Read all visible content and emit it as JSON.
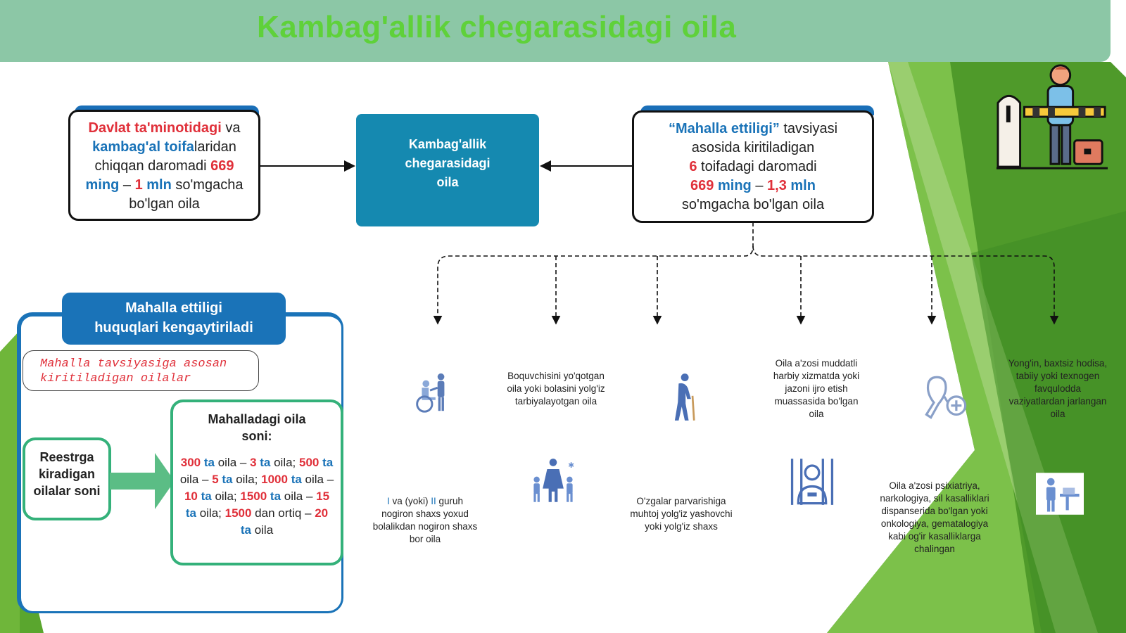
{
  "header": {
    "title": "Kambag'allik chegarasidagi oila"
  },
  "left_box": {
    "p1": "Davlat ta'minotidagi",
    "p2": " va",
    "p3": "kambag'al toifa",
    "p4": "laridan",
    "p5": "chiqqan daromadi ",
    "p6": "669",
    "p7": "ming",
    "p8": " – ",
    "p9": "1",
    "p10": " mln",
    "p11": " so'mgacha",
    "p12": "bo'lgan oila"
  },
  "center_box": {
    "line1": "Kambag'allik",
    "line2": "chegarasidagi",
    "line3": "oila"
  },
  "right_box": {
    "p1": "“Mahalla ettiligi”",
    "p2": " tavsiyasi",
    "p3": "asosida kiritiladigan",
    "p4": "6",
    "p5": " toifadagi daromadi",
    "p6": "669",
    "p7": " ming",
    "p8": " – ",
    "p9": "1,3",
    "p10": " mln",
    "p11": "so'mgacha bo'lgan oila"
  },
  "panel": {
    "head_line1": "Mahalla ettiligi",
    "head_line2": "huquqlari kengaytiriladi",
    "pill_line1": "Mahalla tavsiyasiga asosan",
    "pill_line2": "kiritiladigan oilalar",
    "registry_label": "Reestrga kiradigan oilalar soni",
    "count_title_1": "Mahalladagi oila",
    "count_title_2": "soni:",
    "counts": [
      {
        "fam": "300",
        "u1": " ta",
        "w1": " oila – ",
        "n": "3",
        "u2": " ta",
        "w2": " oila; "
      },
      {
        "fam": "500",
        "u1": " ta",
        "w1": " oila – ",
        "n": "5",
        "u2": " ta",
        "w2": " oila; "
      },
      {
        "fam": "1000",
        "u1": " ta",
        "w1": " oila – ",
        "n": "10",
        "u2": " ta",
        "w2": " oila; "
      },
      {
        "fam": "1500",
        "u1": " ta",
        "w1": " oila – ",
        "n": "15",
        "u2": " ta",
        "w2": " oila; "
      },
      {
        "fam": "1500",
        "u1": "",
        "w1": " dan ortiq – ",
        "n": "20",
        "u2": " ta",
        "w2": " oila"
      }
    ]
  },
  "categories": {
    "disabled": {
      "p1": "I",
      "p2": " va (yoki) ",
      "p3": "II",
      "p4": " guruh nogiron shaxs yoxud bolalikdan nogiron shaxs bor oila"
    },
    "lost_breadwinner": "Boquvchisini yo'qotgan oila yoki bolasini yolg'iz tarbiyalayotgan oila",
    "elderly": "O'zgalar parvarishiga muhtoj yolg'iz yashovchi yoki yolg'iz shaxs",
    "military_prison": "Oila a'zosi muddatli harbiy xizmatda yoki jazoni ijro etish muassasida bo'lgan oila",
    "illness": "Oila a'zosi psixiatriya, narkologiya, sil kasalliklari dispanserida bo'lgan yoki onkologiya, gematalogiya kabi og'ir kasalliklarga chalingan",
    "disaster": "Yong'in, baxtsiz hodisa, tabiiy yoki texnogen favqulodda vaziyatlardan jarlangan oila"
  },
  "icons": [
    "wheelchair-icon",
    "family-icon",
    "elderly-person-icon",
    "prisoner-icon",
    "medical-ribbon-icon",
    "office-worker-icon",
    "barrier-guard-icon"
  ],
  "colors": {
    "header_bg": "#8cc7a6",
    "title_green": "#5fd13a",
    "accent_blue": "#1a73b8",
    "accent_red": "#e0303a",
    "center_box": "#1589b0",
    "panel_green": "#34b17a",
    "bg_green": "#6fb63a"
  }
}
